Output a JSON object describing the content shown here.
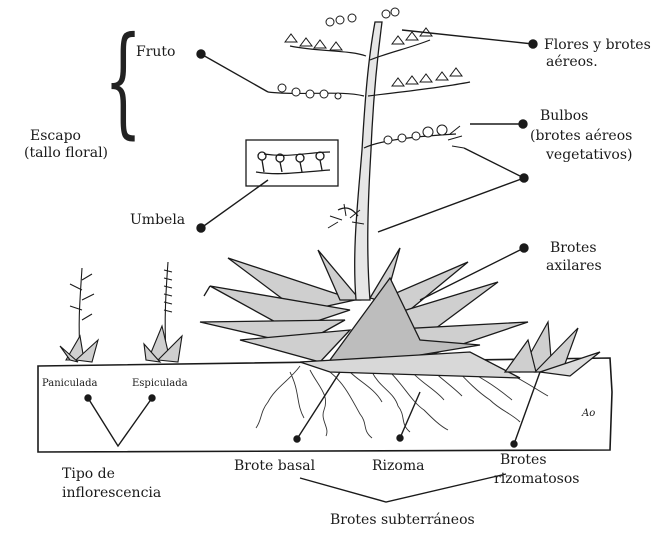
{
  "labels": {
    "fruto": "Fruto",
    "escapo": "Escapo",
    "tallo_floral": "(tallo floral)",
    "umbela": "Umbela",
    "flores": "Flores y brotes",
    "aereos": "aéreos.",
    "bulbos": "Bulbos",
    "brotes_aereos": "(brotes aéreos",
    "vegetativos": "vegetativos)",
    "brotes_axilares_1": "Brotes",
    "brotes_axilares_2": "axilares",
    "paniculada": "Paniculada",
    "espiculada": "Espiculada",
    "tipo_1": "Tipo de",
    "tipo_2": "inflorescencia",
    "brote_basal": "Brote basal",
    "rizoma": "Rizoma",
    "rizomatosos_1": "Brotes",
    "rizomatosos_2": "rizomatosos",
    "subterraneos": "Brotes subterráneos",
    "signature": "Ao"
  },
  "colors": {
    "line": "#1a1a1a",
    "leaf_fill": "#cfcfcf",
    "stem_fill": "#e0e0e0",
    "ground": "#ffffff"
  }
}
